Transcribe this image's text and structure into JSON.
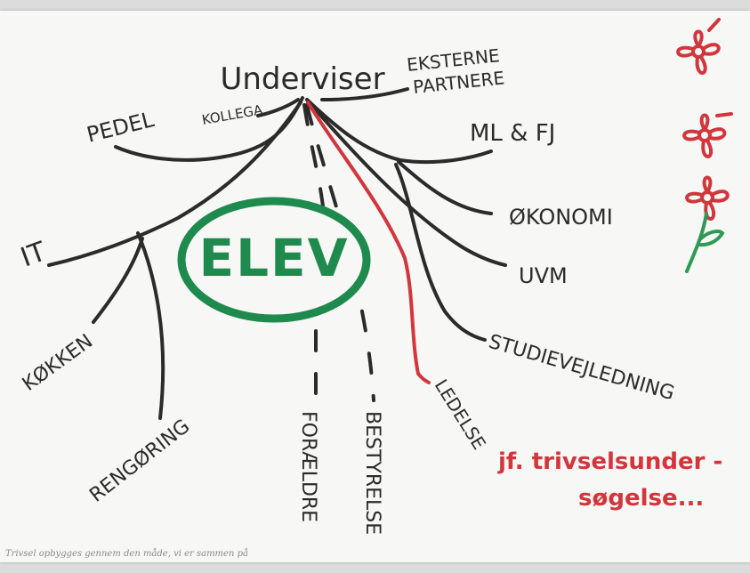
{
  "center": {
    "label": "ELEV"
  },
  "top": {
    "label": "Underviser"
  },
  "nodes": {
    "eksterne_1": "EKSTERNE",
    "eksterne_2": "PARTNERE",
    "kollega": "KOLLEGA",
    "pedel": "PEDEL",
    "ml_fj": "ML & FJ",
    "okonomi": "ØKONOMI",
    "uvm": "UVM",
    "it": "IT",
    "studievejledning": "STUDIEVEJLEDNING",
    "kokken": "KØKKEN",
    "rengoring": "RENGØRING",
    "foraeldre": "FORÆLDRE",
    "bestyrelse": "BESTYRELSE",
    "ledelse": "LEDELSE"
  },
  "note": {
    "line1": "jf. trivselsunder -",
    "line2": "søgelse..."
  },
  "footer": "Trivsel opbygges gennem den måde, vi er sammen på",
  "colors": {
    "ink": "#2b2b2b",
    "green": "#1f8a4d",
    "red": "#d2363c",
    "flower_stem": "#2e9a55"
  }
}
